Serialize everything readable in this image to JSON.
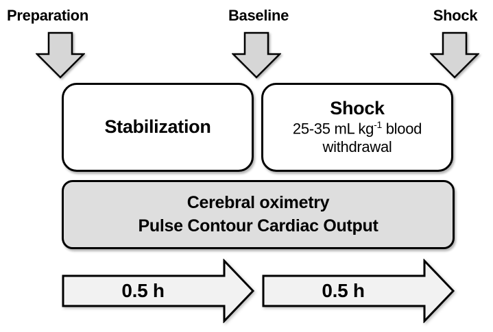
{
  "diagram": {
    "description": "Experimental protocol timeline diagram",
    "background": "#ffffff"
  },
  "colors": {
    "outline": "#000000",
    "down_arrow_fill": "#d6d6d6",
    "monitoring_box_fill": "#dedede",
    "timeline_arrow_fill": "#f2f2f2",
    "phase_box_fill": "#ffffff"
  },
  "phases": {
    "preparation": {
      "label": "Preparation"
    },
    "baseline": {
      "label": "Baseline"
    },
    "shock": {
      "label": "Shock"
    }
  },
  "boxes": {
    "stabilization": {
      "title": "Stabilization"
    },
    "shock": {
      "title": "Shock",
      "line2_pre": "25-35 mL kg",
      "line2_sup": "-1",
      "line2_post": " blood",
      "line3": "withdrawal"
    },
    "monitoring": {
      "line1": "Cerebral oximetry",
      "line2": "Pulse Contour Cardiac Output"
    }
  },
  "timeline": {
    "segment1_duration": "0.5 h",
    "segment2_duration": "0.5 h"
  }
}
